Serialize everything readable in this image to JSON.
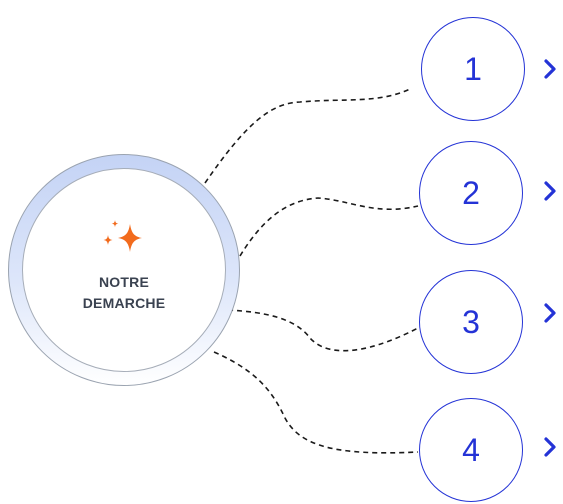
{
  "hub": {
    "title": "NOTRE\nDEMARCHE",
    "icon": "sparkle-icon",
    "accent_color": "#f26b1d"
  },
  "steps": [
    {
      "label": "1",
      "chevron_icon": "chevron-right-icon"
    },
    {
      "label": "2",
      "chevron_icon": "chevron-right-icon"
    },
    {
      "label": "3",
      "chevron_icon": "chevron-right-icon"
    },
    {
      "label": "4",
      "chevron_icon": "chevron-right-icon"
    }
  ],
  "colors": {
    "step_blue": "#2433d6",
    "connector": "#1a1a1a",
    "hub_text": "#3a4250"
  }
}
